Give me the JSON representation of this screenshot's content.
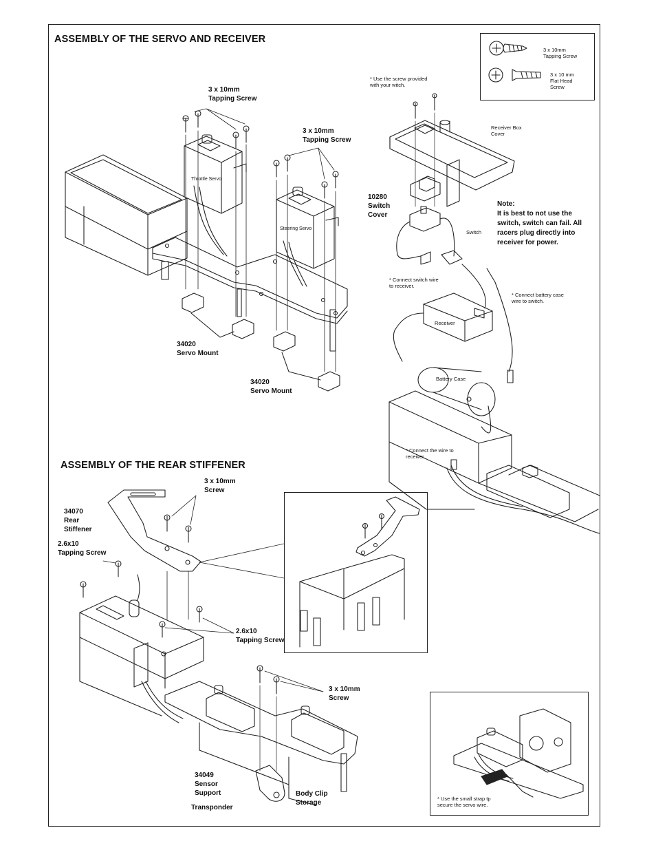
{
  "sections": {
    "servo_receiver_title": "ASSEMBLY OF THE SERVO AND RECEIVER",
    "rear_stiffener_title": "ASSEMBLY OF THE REAR STIFFENER"
  },
  "legend": {
    "tapping_screw": "3 x 10mm\nTapping Screw",
    "flat_head_screw": "3 x 10 mm\nFlat Head\nScrew"
  },
  "servo": {
    "screw_label_1": "3 x 10mm\nTapping Screw",
    "screw_label_2": "3 x 10mm\nTapping Screw",
    "throttle_servo": "Throttle Servo",
    "steering_servo": "Steering Servo",
    "mount_1": "34020\nServo Mount",
    "mount_2": "34020\nServo Mount"
  },
  "receiver": {
    "screw_note": "* Use the screw provided\n  with your witch.",
    "box_cover": "Receiver Box\nCover",
    "switch_cover": "10280\nSwitch\n  Cover",
    "switch": "Switch",
    "note": "Note:\nIt is best to not use the\nswitch, switch can fail.  All\nracers plug directly into\nreceiver for power.",
    "connect_switch": "* Connect switch wire\n  to receiver.",
    "connect_battery": "* Connect battery case\n  wire to switch.",
    "receiver": "Receiver",
    "battery_case": "Battery Case",
    "connect_wire": "* Connect the wire to\n  receiver."
  },
  "stiffener": {
    "screw_label": "3 x 10mm\n Screw",
    "rear_stiffener": "34070\nRear\nStiffener",
    "tapping_screw_1": "2.6x10\nTapping Screw",
    "tapping_screw_2": "2.6x10\nTapping Screw",
    "screw_label_2": "3 x 10mm\nScrew",
    "sensor_support": "34049\nSensor\nSupport",
    "transponder": "Transponder",
    "body_clip": "Body Clip\nStorage",
    "strap_note": "* Use the small strap tp\n   secure the servo wire."
  }
}
